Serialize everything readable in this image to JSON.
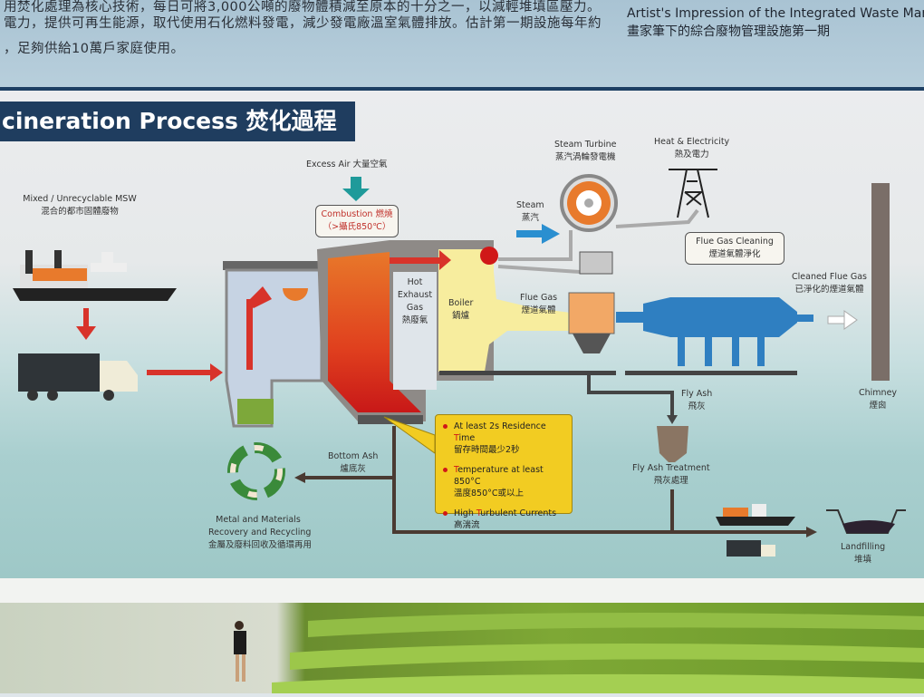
{
  "intro_text": {
    "line1": "用焚化處理為核心技術，每日可將3,000公噸的廢物體積減至原本的十分之一，以減輕堆填區壓力。",
    "line2": "電力，提供可再生能源，取代使用石化燃料發電，減少發電廠溫室氣體排放。估計第一期設施每年約",
    "line3": "，足夠供給10萬戶家庭使用。"
  },
  "caption": {
    "en": "Artist's Impression of the Integrated Waste Manag",
    "zh": "畫家筆下的綜合廢物管理設施第一期"
  },
  "diagram": {
    "title": "cineration Process 焚化過程",
    "labels": {
      "msw_en": "Mixed / Unrecyclable MSW",
      "msw_zh": "混合的都市固體廢物",
      "excess_air": "Excess Air 大量空氣",
      "combustion": "Combustion 燃燒",
      "combustion_temp": "（>攝氏850℃）",
      "hot_gas_en": "Hot Exhaust Gas",
      "hot_gas_zh": "熱廢氣",
      "boiler_en": "Boiler",
      "boiler_zh": "鍋爐",
      "steam_en": "Steam",
      "steam_zh": "蒸汽",
      "turbine_en": "Steam Turbine",
      "turbine_zh": "蒸汽渦輪發電機",
      "heat_en": "Heat & Electricity",
      "heat_zh": "熱及電力",
      "flue_gas_en": "Flue Gas",
      "flue_gas_zh": "煙道氣體",
      "cleaning_en": "Flue Gas Cleaning",
      "cleaning_zh": "煙道氣體淨化",
      "cleaned_en": "Cleaned Flue Gas",
      "cleaned_zh": "已淨化的煙道氣體",
      "chimney_en": "Chimney",
      "chimney_zh": "煙囪",
      "fly_ash_en": "Fly Ash",
      "fly_ash_zh": "飛灰",
      "fly_ash_treat_en": "Fly Ash Treatment",
      "fly_ash_treat_zh": "飛灰處理",
      "bottom_ash_en": "Bottom Ash",
      "bottom_ash_zh": "爐底灰",
      "recycle_en1": "Metal and Materials",
      "recycle_en2": "Recovery and Recycling",
      "recycle_zh": "金屬及廢料回收及循環再用",
      "landfill_en": "Landfilling",
      "landfill_zh": "堆填"
    },
    "conditions": [
      {
        "pre": "At least 2s Residence ",
        "hl": "T",
        "post": "ime",
        "zh": "留存時間最少2秒"
      },
      {
        "pre": "",
        "hl": "T",
        "post": "emperature at least 850°C",
        "zh": "溫度850°C或以上"
      },
      {
        "pre": "High ",
        "hl": "T",
        "post": "urbulent Currents",
        "zh": "高湍流"
      }
    ]
  },
  "colors": {
    "navy": "#1f3d5f",
    "red_arrow": "#d8332a",
    "blue_arrow": "#2a8fd0",
    "teal_arrow": "#1f9a9a",
    "scrubber": "#2f7fc1",
    "note_yellow": "#f2cc22"
  }
}
